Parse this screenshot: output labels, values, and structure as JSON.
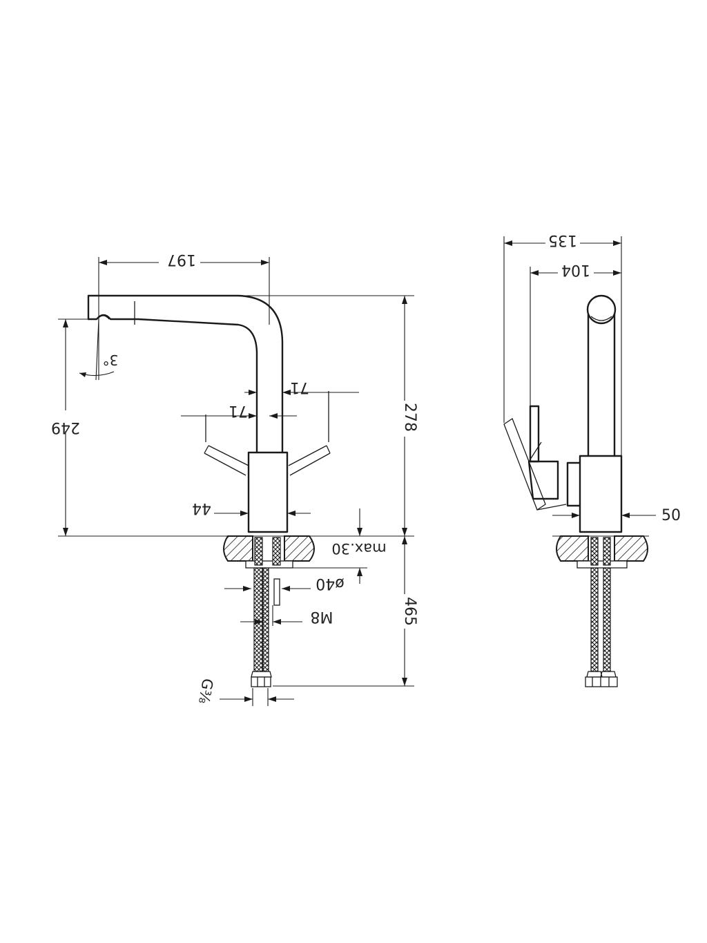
{
  "front_view": {
    "dim_197": "197",
    "dim_angle": "3°",
    "dim_71_upper": "71",
    "dim_71_lower": "71",
    "dim_249": "249",
    "dim_278": "278",
    "dim_44": "44",
    "dim_max30": "max.30",
    "dim_dia40": "ø40",
    "dim_m8": "M8",
    "dim_465": "465",
    "dim_g38": "G⅜"
  },
  "side_view": {
    "dim_135": "135",
    "dim_104": "104",
    "dim_50": "50"
  }
}
